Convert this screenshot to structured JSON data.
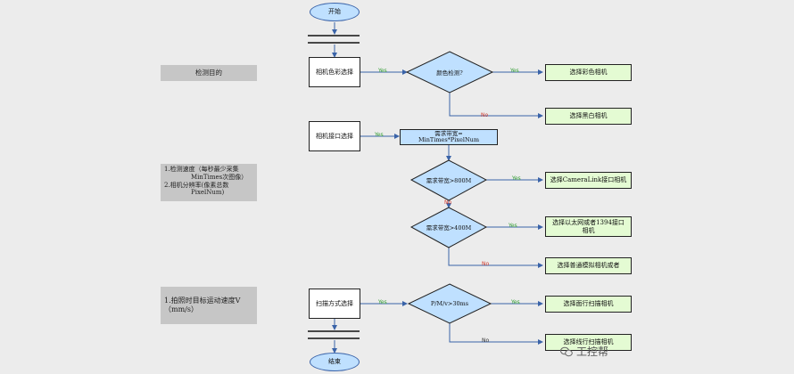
{
  "start": "开始",
  "end": "结束",
  "notes": {
    "purpose": "检测目的",
    "speed": [
      "1.检测速度（每秒最少采集",
      "MinTimes次图像）",
      "2.相机分辨率(像素总数",
      "PixelNum)"
    ],
    "motion": [
      "1.拍照时目标运动速度V",
      "（mm/s）"
    ]
  },
  "steps": {
    "color": "相机色彩选择",
    "interface": "相机接口选择",
    "scan": "扫描方式选择"
  },
  "calc": [
    "需求带宽=",
    "MinTimes*PixelNum"
  ],
  "decisions": {
    "color": "颜色检测?",
    "bw800": "需求带宽>800M",
    "bw400": "需求带宽>400M",
    "pm": "P/M/v>30ms"
  },
  "results": {
    "color_cam": "选择彩色相机",
    "mono_cam": "选择黑白相机",
    "cameralink": "选择CameraLink接口相机",
    "gige": "选择以太网或者1394接口相机",
    "usb": "选择普通模拟相机或者",
    "area": "选择面行扫描相机",
    "line": "选择线行扫描相机"
  },
  "labels": {
    "yes": "Yes",
    "no": "No"
  },
  "watermark": "工控帮",
  "colors": {
    "terminal": "#bfe0ff",
    "result": "#e4fbd3",
    "line": "#3a63a8",
    "yes": "#2d9b2d",
    "no": "#d23a2a"
  }
}
